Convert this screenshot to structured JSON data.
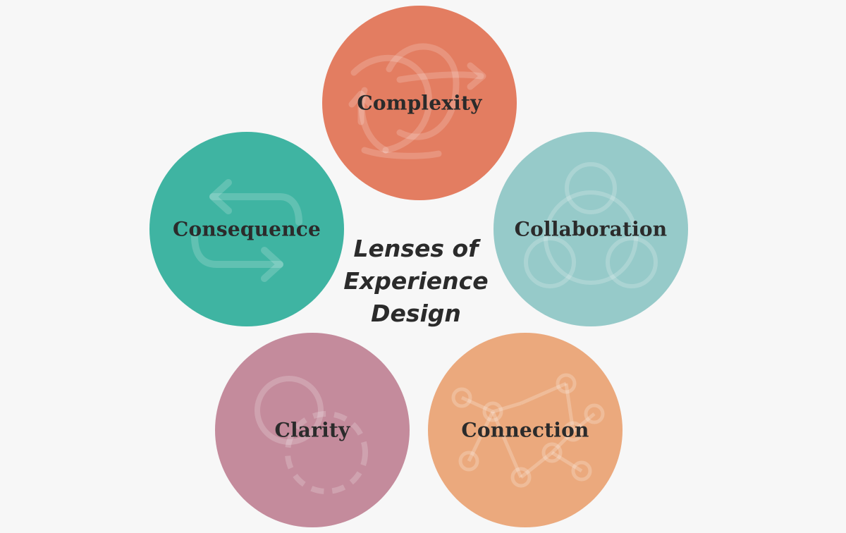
{
  "center_title": {
    "line1": "Lenses of",
    "line2": "Experience",
    "line3": "Design"
  },
  "lenses": [
    {
      "id": "complexity",
      "label": "Complexity",
      "color": "#e37d61",
      "icon": "tangled-arrows-icon"
    },
    {
      "id": "consequence",
      "label": "Consequence",
      "color": "#3fb4a2",
      "icon": "loop-arrows-icon"
    },
    {
      "id": "collaboration",
      "label": "Collaboration",
      "color": "#96cac9",
      "icon": "three-circles-icon"
    },
    {
      "id": "clarity",
      "label": "Clarity",
      "color": "#c48b9c",
      "icon": "overlapping-circles-icon"
    },
    {
      "id": "connection",
      "label": "Connection",
      "color": "#eba97d",
      "icon": "network-nodes-icon"
    }
  ]
}
